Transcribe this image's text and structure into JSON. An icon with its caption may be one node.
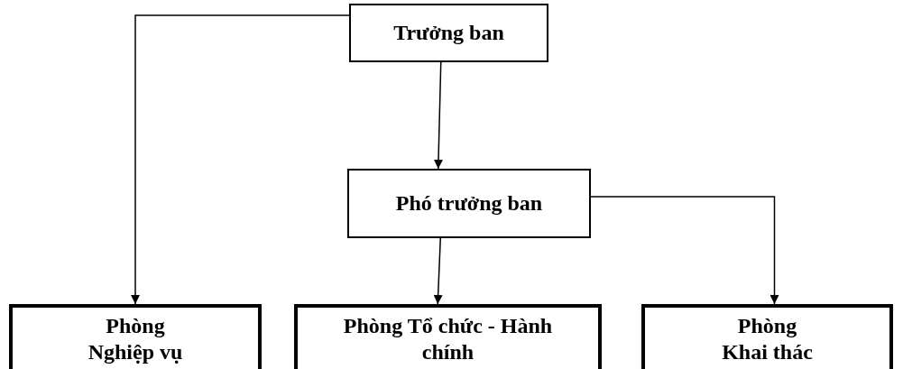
{
  "diagram": {
    "nodes": [
      {
        "text": [
          "Trưởng ban"
        ]
      },
      {
        "text": [
          "Phó trưởng ban"
        ]
      },
      {
        "text": [
          "Phòng Nghiệp vụ"
        ]
      },
      {
        "text": [
          "Phòng Tổ chức - Hành chính"
        ]
      },
      {
        "text": [
          "Phòng Khai thác"
        ]
      }
    ],
    "edges": [
      {
        "from": 0,
        "to": 2,
        "arrow": "to"
      },
      {
        "from": 0,
        "to": 1,
        "arrow": "to"
      },
      {
        "from": 1,
        "to": 3,
        "arrow": "to"
      },
      {
        "from": 1,
        "to": 4,
        "arrow": "to"
      }
    ]
  }
}
